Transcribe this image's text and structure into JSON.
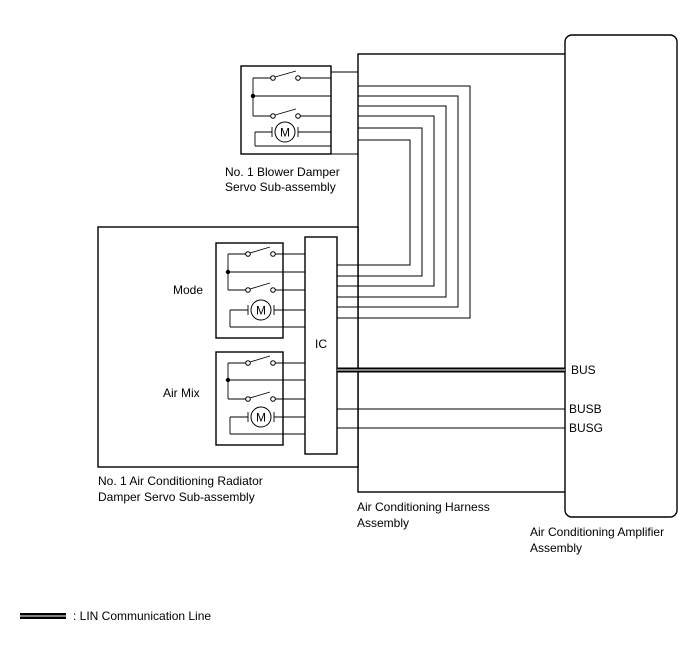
{
  "blower_servo": {
    "name_line1": "No. 1 Blower Damper",
    "name_line2": "Servo Sub-assembly"
  },
  "radiator_servo": {
    "name_line1": "No. 1 Air Conditioning Radiator",
    "name_line2": "Damper Servo Sub-assembly",
    "mode_label": "Mode",
    "air_mix_label": "Air Mix",
    "ic_label": "IC"
  },
  "motor_symbol_label": "M",
  "harness": {
    "name_line1": "Air Conditioning Harness",
    "name_line2": "Assembly"
  },
  "amplifier": {
    "name_line1": "Air Conditioning Amplifier",
    "name_line2": "Assembly"
  },
  "signals": {
    "bus": "BUS",
    "busb": "BUSB",
    "busg": "BUSG"
  },
  "legend": {
    "lin_label": ": LIN Communication Line"
  }
}
